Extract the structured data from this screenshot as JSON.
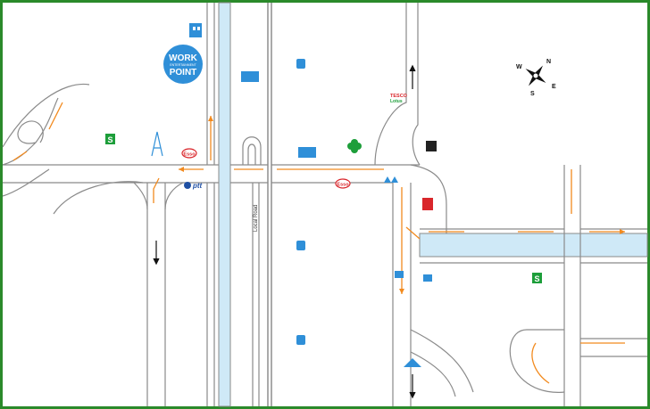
{
  "map": {
    "logo": {
      "line1": "WORK",
      "line2": "POINT",
      "tagline": "ENTERTAINMENT"
    },
    "pois": {
      "ptt": "ptt",
      "esso": "Esso",
      "tesco": "TESCO",
      "tesco_sub": "Lotus"
    },
    "roads": {
      "local_road": "Local Road"
    },
    "compass": {
      "n": "N",
      "e": "E",
      "s": "S",
      "w": "W"
    },
    "colors": {
      "frame": "#2a8a2a",
      "road": "#8a8a8a",
      "arrow": "#f28a1e",
      "canal": "#cfe9f7",
      "logo": "#2f8fd8",
      "esso_red": "#d9262b",
      "ptt_blue": "#1f4fa3",
      "gas_green": "#1d9e3a"
    }
  }
}
